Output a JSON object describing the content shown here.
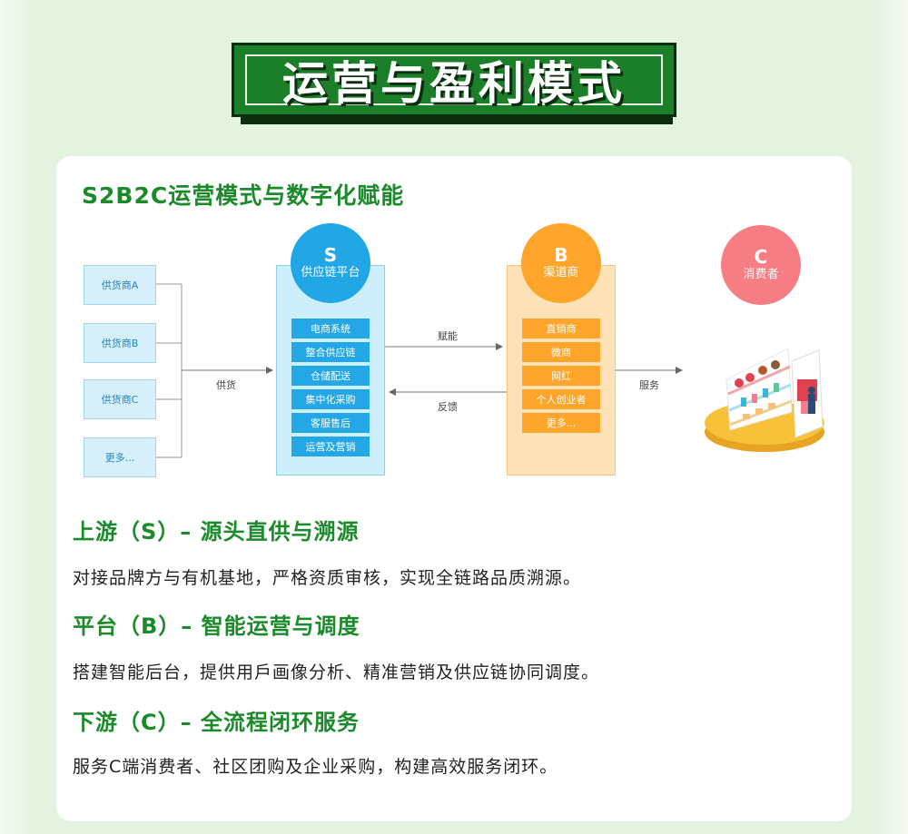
{
  "header": {
    "title": "运营与盈利模式"
  },
  "card": {
    "title": "S2B2C运营模式与数字化赋能"
  },
  "diagram": {
    "suppliers": [
      "供货商A",
      "供货商B",
      "供货商C",
      "更多..."
    ],
    "supply_label": "供货",
    "s_node": {
      "letter": "S",
      "name": "供应链平台",
      "items": [
        "电商系统",
        "整合供应链",
        "仓储配送",
        "集中化采购",
        "客服售后",
        "运营及营销"
      ]
    },
    "b_node": {
      "letter": "B",
      "name": "渠道商",
      "items": [
        "直销商",
        "微商",
        "网红",
        "个人创业者",
        "更多..."
      ]
    },
    "c_node": {
      "letter": "C",
      "name": "消费者"
    },
    "empower_label": "赋能",
    "feedback_label": "反馈",
    "service_label": "服务"
  },
  "sections": [
    {
      "heading": "上游（S）– 源头直供与溯源",
      "body": "对接品牌方与有机基地，严格资质审核，实现全链路品质溯源。"
    },
    {
      "heading": "平台（B）– 智能运营与调度",
      "body": "搭建智能后台，提供用戶画像分析、精准营销及供应链协同调度。"
    },
    {
      "heading": "下游（C）– 全流程闭环服务",
      "body": "服务C端消费者、社区团购及企业采购，构建高效服务闭环。"
    }
  ],
  "colors": {
    "brand_green": "#1b7f29",
    "s_blue": "#21a6e6",
    "b_orange": "#ffa52b",
    "c_pink": "#f67d83"
  }
}
